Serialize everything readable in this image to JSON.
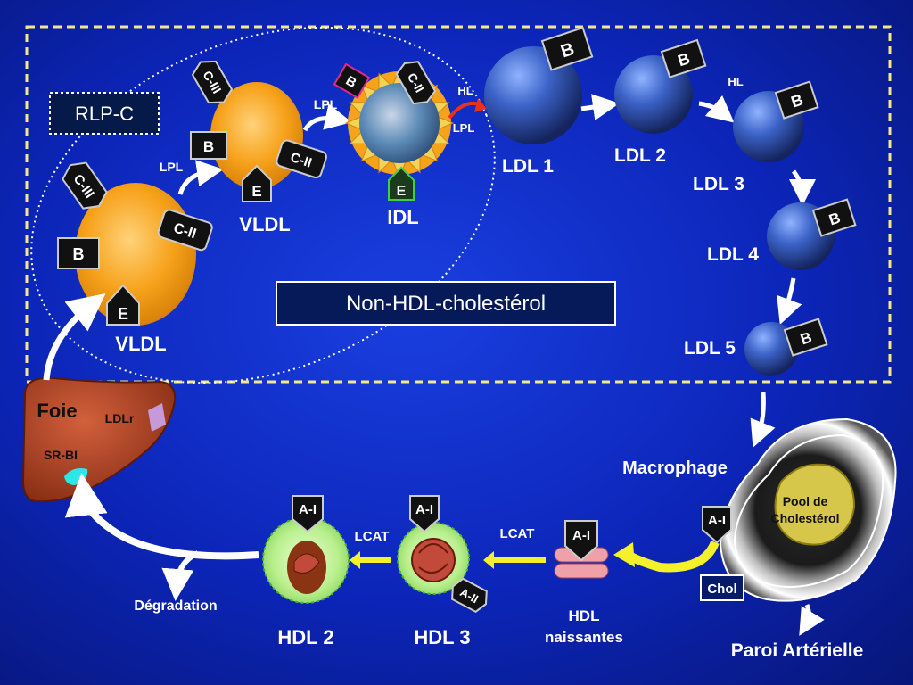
{
  "top_section": {
    "rlpc_label": "RLP-C",
    "nonhdl_label": "Non-HDL-cholestérol"
  },
  "vldl_big": {
    "label": "VLDL",
    "apo_b": "B",
    "apo_e": "E",
    "apo_cii": "C-II",
    "apo_ciii": "C-III"
  },
  "vldl_small": {
    "label": "VLDL",
    "apo_b": "B",
    "apo_e": "E",
    "apo_cii": "C-II",
    "apo_ciii": "C-III"
  },
  "idl": {
    "label": "IDL",
    "apo_b": "B",
    "apo_e": "E",
    "apo_cii": "C-II"
  },
  "enzymes": {
    "lpl_1": "LPL",
    "lpl_2": "LPL",
    "lpl_3": "LPL",
    "hl_1": "HL",
    "hl_2": "HL"
  },
  "ldl": [
    {
      "label": "LDL 1",
      "apo": "B"
    },
    {
      "label": "LDL 2",
      "apo": "B"
    },
    {
      "label": "LDL 3",
      "apo": "B"
    },
    {
      "label": "LDL 4",
      "apo": "B"
    },
    {
      "label": "LDL 5",
      "apo": "B"
    }
  ],
  "liver": {
    "label": "Foie",
    "ldlr": "LDLr",
    "srbi": "SR-BI"
  },
  "degradation": "Dégradation",
  "hdl2": {
    "label": "HDL 2",
    "apo": "A-I"
  },
  "hdl3": {
    "label": "HDL 3",
    "apo_ai": "A-I",
    "apo_aii": "A-II"
  },
  "lcat_1": "LCAT",
  "lcat_2": "LCAT",
  "hdl_nascent": {
    "label_line1": "HDL",
    "label_line2": "naissantes",
    "apo": "A-I"
  },
  "macrophage": {
    "label": "Macrophage",
    "apo": "A-I",
    "chol": "Chol"
  },
  "artery": {
    "pool_line1": "Pool de",
    "pool_line2": "Cholestérol",
    "label": "Paroi Artérielle"
  },
  "colors": {
    "background": "#0c25b8",
    "vldl": "#f5a623",
    "ldl": "#3a5cc0",
    "liver": "#b8482a",
    "hdl": "#b6f08a",
    "dashed_border": "#f0e68c"
  }
}
